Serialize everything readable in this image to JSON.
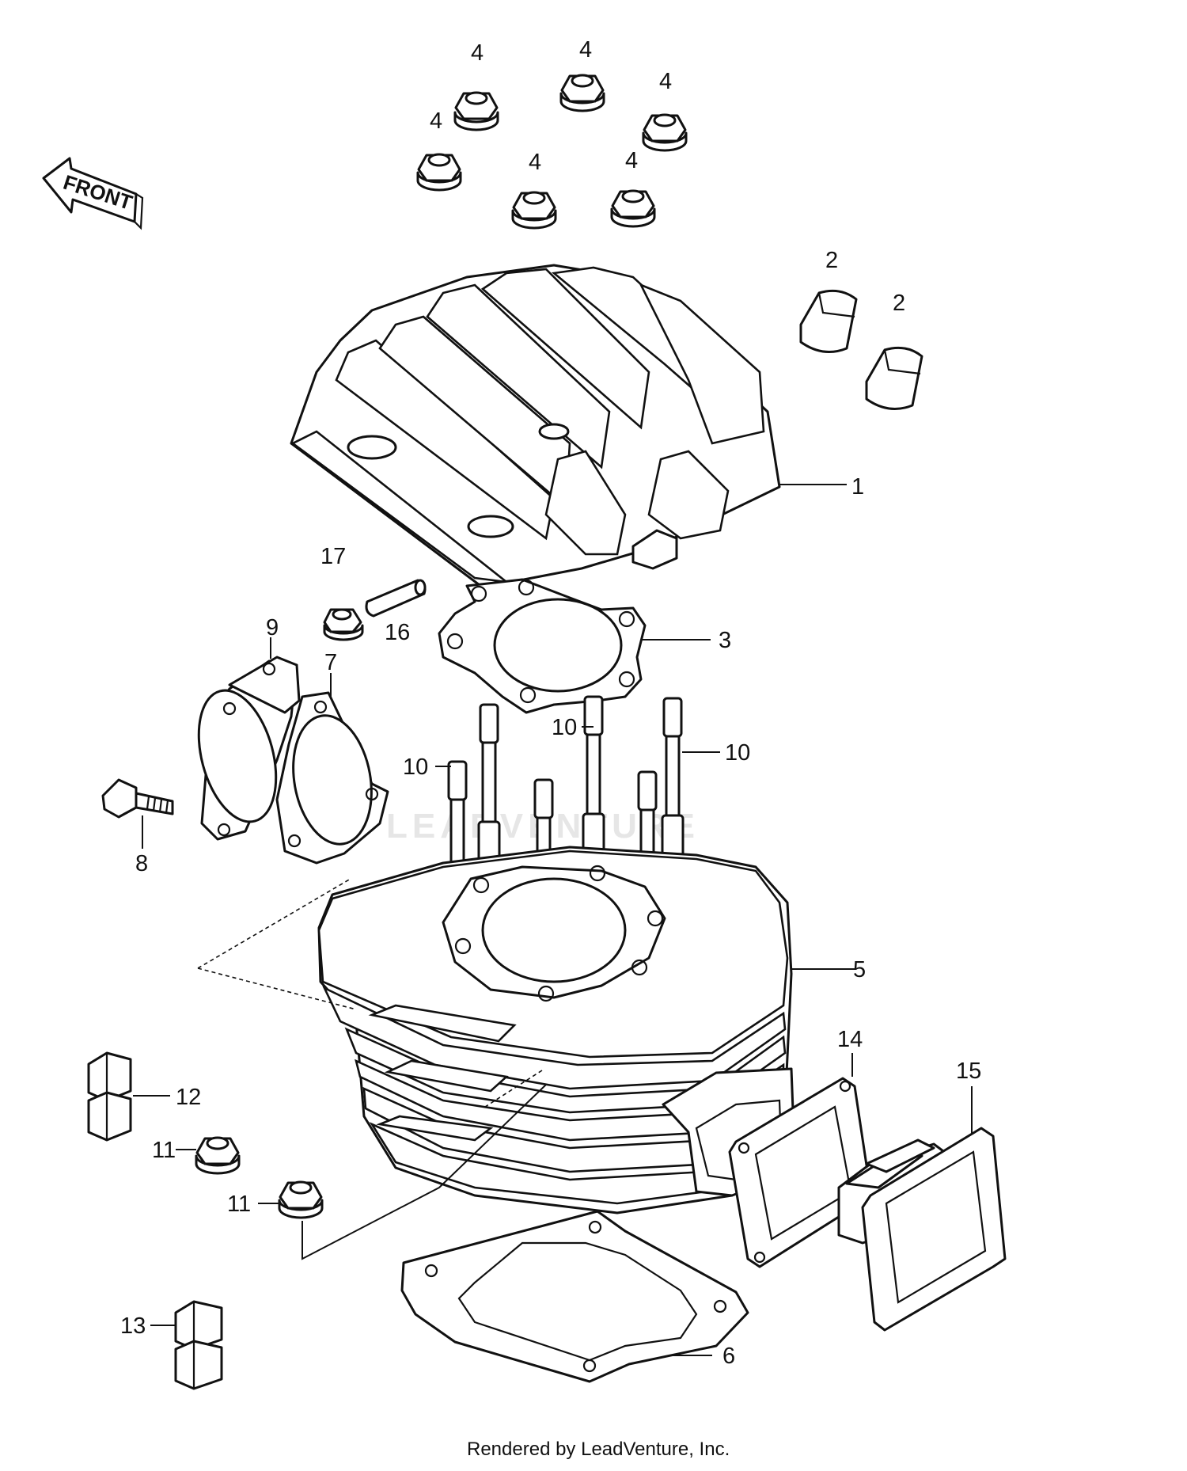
{
  "diagram": {
    "front_label": "FRONT",
    "watermark": "LEADVENTURE",
    "footer": "Rendered by LeadVenture, Inc.",
    "callouts": {
      "c1": "1",
      "c2": "2",
      "c3": "3",
      "c4": "4",
      "c5": "5",
      "c6": "6",
      "c7": "7",
      "c8": "8",
      "c9": "9",
      "c10": "10",
      "c11": "11",
      "c12": "12",
      "c13": "13",
      "c14": "14",
      "c15": "15",
      "c16": "16",
      "c17": "17"
    }
  }
}
